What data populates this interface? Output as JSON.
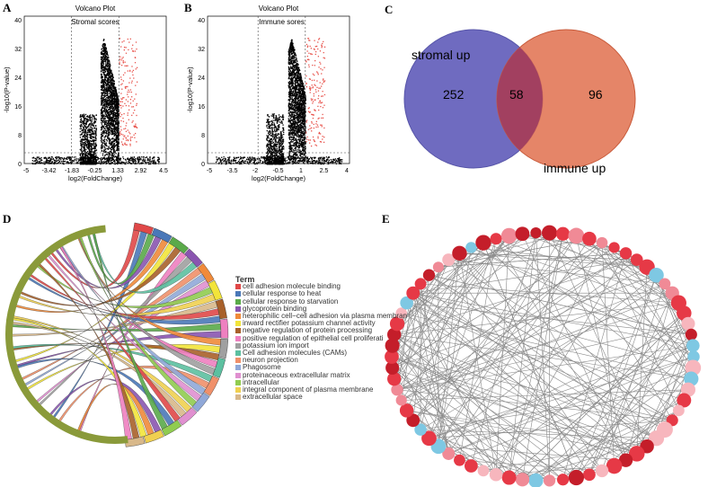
{
  "panels": {
    "A": "A",
    "B": "B",
    "C": "C",
    "D": "D",
    "E": "E"
  },
  "chart_data": [
    {
      "type": "scatter",
      "panel": "A",
      "title": "Volcano Plot",
      "annotation": "Stromal scores",
      "xlabel": "log2(FoldChange)",
      "ylabel": "-log10(P-value)",
      "xticks": [
        "-5",
        "-3.42",
        "-1.83",
        "-0.25",
        "1.33",
        "2.92",
        "4.5"
      ],
      "xlim": [
        -5,
        4.5
      ],
      "yticks": [
        "0",
        "8",
        "16",
        "24",
        "32",
        "40"
      ],
      "ylim": [
        0,
        41
      ],
      "fc_thresholds": [
        -1.83,
        1.33
      ],
      "p_threshold": 3,
      "colors": {
        "ns": "#000000",
        "up": "#e8554e"
      }
    },
    {
      "type": "scatter",
      "panel": "B",
      "title": "Volcano Plot",
      "annotation": "Immune sores",
      "xlabel": "log2(FoldChange)",
      "ylabel": "-log10(P-value)",
      "xticks": [
        "-5",
        "-3.5",
        "-2",
        "-0.5",
        "1",
        "2.5",
        "4"
      ],
      "xlim": [
        -5,
        4
      ],
      "yticks": [
        "0",
        "8",
        "16",
        "24",
        "32",
        "40"
      ],
      "ylim": [
        0,
        41
      ],
      "fc_thresholds": [
        -1.8,
        1.2
      ],
      "p_threshold": 3,
      "colors": {
        "ns": "#000000",
        "up": "#e8554e"
      }
    }
  ],
  "venn": {
    "left_label": "stromal up",
    "right_label": "immune up",
    "left_only": "252",
    "both": "58",
    "right_only": "96",
    "left_color": "#6f6bc0",
    "right_color": "#e0704e"
  },
  "chord": {
    "legend_title": "Term",
    "terms": [
      {
        "label": "cell adhesion molecule binding",
        "color": "#e04848"
      },
      {
        "label": "cellular response to heat",
        "color": "#4a78b8"
      },
      {
        "label": "cellular response to starvation",
        "color": "#5aaa4a"
      },
      {
        "label": "glycoprotein binding",
        "color": "#8a55b0"
      },
      {
        "label": "heterophilic cell−cell adhesion via plasma membran",
        "color": "#f08a3a"
      },
      {
        "label": "inward rectifier potassium channel activity",
        "color": "#f2e43a"
      },
      {
        "label": "negative regulation of protein processing",
        "color": "#a8602a"
      },
      {
        "label": "positive regulation of epithelial cell proliferati",
        "color": "#ee80c0"
      },
      {
        "label": "potassium ion import",
        "color": "#a0a0a0"
      },
      {
        "label": "Cell adhesion molecules (CAMs)",
        "color": "#5cc0a0"
      },
      {
        "label": "neuron projection",
        "color": "#f0906a"
      },
      {
        "label": "Phagosome",
        "color": "#90a8d8"
      },
      {
        "label": "proteinaceous extracellular matrix",
        "color": "#e090d0"
      },
      {
        "label": "intracellular",
        "color": "#90cc50"
      },
      {
        "label": "integral component of plasma membrane",
        "color": "#f0d050"
      },
      {
        "label": "extracellular space",
        "color": "#d8b88a"
      }
    ]
  },
  "network": {
    "node_colors": {
      "up_strong": "#c41e2a",
      "up": "#e63946",
      "up_light": "#f08a96",
      "up_pale": "#f7b6bd",
      "down": "#7ec8e3"
    },
    "edge_color": "#8a8a8a"
  }
}
